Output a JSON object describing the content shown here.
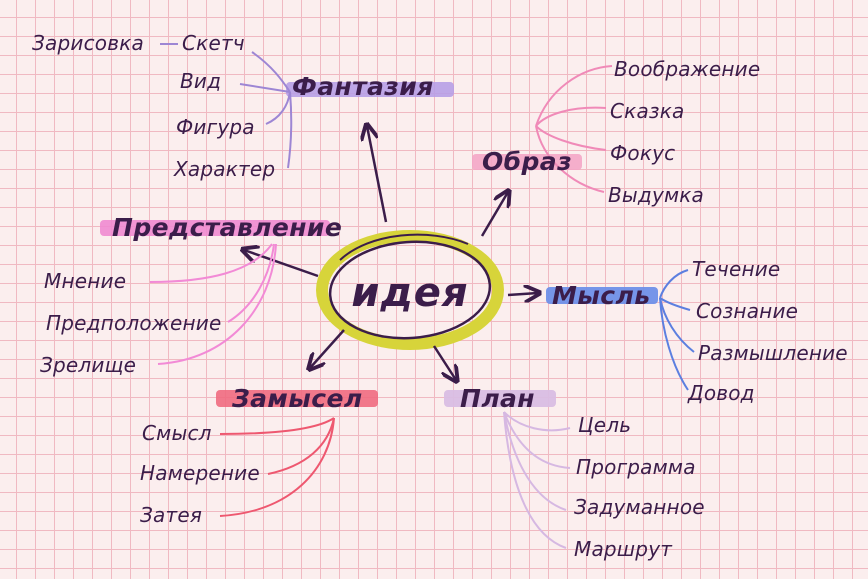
{
  "center": {
    "label": "идея",
    "ring_color": "#d7d43a"
  },
  "ink_color": "#3b1d4a",
  "topics": {
    "fantasy": {
      "label": "Фантазия",
      "color": "#b79ee6",
      "items": [
        "Зарисовка",
        "Скетч",
        "Вид",
        "Фигура",
        "Характер"
      ]
    },
    "image": {
      "label": "Образ",
      "color": "#f4a6c6",
      "items": [
        "Воображение",
        "Сказка",
        "Фокус",
        "Выдумка"
      ]
    },
    "representation": {
      "label": "Представление",
      "color": "#f08ad0",
      "items": [
        "Мнение",
        "Предположение",
        "Зрелище"
      ]
    },
    "thought": {
      "label": "Мысль",
      "color": "#6f8fe8",
      "items": [
        "Течение",
        "Сознание",
        "Размышление",
        "Довод"
      ]
    },
    "design": {
      "label": "Замысел",
      "color": "#ef6a80",
      "items": [
        "Смысл",
        "Намерение",
        "Затея"
      ]
    },
    "plan": {
      "label": "План",
      "color": "#d9bde3",
      "items": [
        "Цель",
        "Программа",
        "Задуманное",
        "Маршрут"
      ]
    }
  }
}
